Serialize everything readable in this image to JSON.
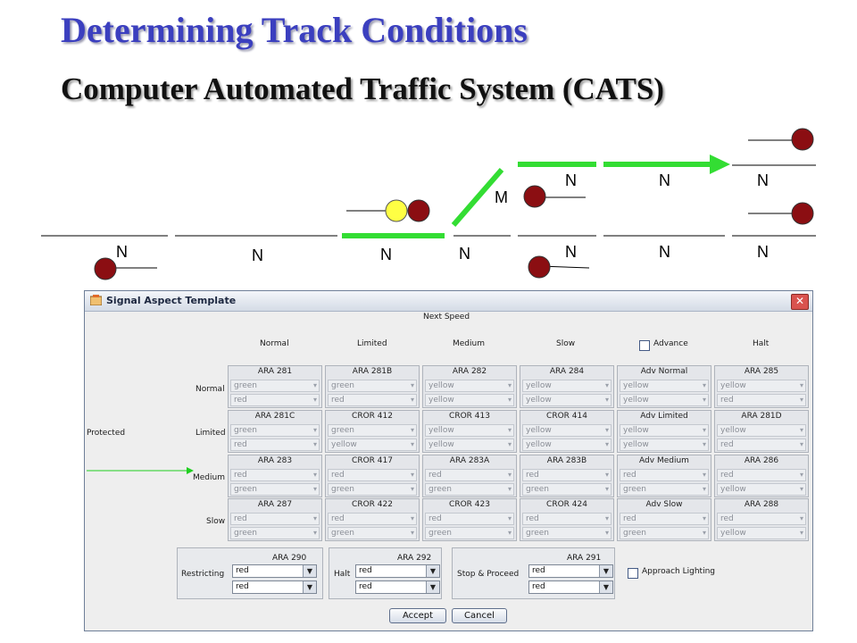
{
  "slide": {
    "title": "Determining Track Conditions",
    "subtitle": "Computer Automated Traffic  System (CATS)"
  },
  "track": {
    "upper_labels": [
      "M",
      "N",
      "N",
      "N"
    ],
    "lower_labels": [
      "N",
      "N",
      "N",
      "N",
      "N",
      "N",
      "N"
    ],
    "colors": {
      "route": "#33dd33",
      "signal_red": "#8b0e12",
      "signal_yellow": "#ffff44"
    }
  },
  "dialog": {
    "title": "Signal Aspect Template",
    "close_icon": "close-icon",
    "next_speed_label": "Next Speed",
    "columns": [
      "Normal",
      "Limited",
      "Medium",
      "Slow",
      "Advance",
      "Halt"
    ],
    "advance_checked": false,
    "protected_label": "Protected",
    "rows": [
      {
        "label": "Normal",
        "cells": [
          {
            "name": "ARA 281",
            "top": "green",
            "bottom": "red"
          },
          {
            "name": "ARA 281B",
            "top": "green",
            "bottom": "red"
          },
          {
            "name": "ARA 282",
            "top": "yellow",
            "bottom": "yellow"
          },
          {
            "name": "ARA 284",
            "top": "yellow",
            "bottom": "yellow"
          },
          {
            "name": "Adv Normal",
            "top": "yellow",
            "bottom": "yellow"
          },
          {
            "name": "ARA 285",
            "top": "yellow",
            "bottom": "red"
          }
        ]
      },
      {
        "label": "Limited",
        "cells": [
          {
            "name": "ARA 281C",
            "top": "green",
            "bottom": "red"
          },
          {
            "name": "CROR 412",
            "top": "green",
            "bottom": "yellow"
          },
          {
            "name": "CROR 413",
            "top": "yellow",
            "bottom": "yellow"
          },
          {
            "name": "CROR 414",
            "top": "yellow",
            "bottom": "yellow"
          },
          {
            "name": "Adv Limited",
            "top": "yellow",
            "bottom": "yellow"
          },
          {
            "name": "ARA 281D",
            "top": "yellow",
            "bottom": "red"
          }
        ]
      },
      {
        "label": "Medium",
        "cells": [
          {
            "name": "ARA 283",
            "top": "red",
            "bottom": "green"
          },
          {
            "name": "CROR 417",
            "top": "red",
            "bottom": "green"
          },
          {
            "name": "ARA 283A",
            "top": "red",
            "bottom": "green"
          },
          {
            "name": "ARA 283B",
            "top": "red",
            "bottom": "green"
          },
          {
            "name": "Adv Medium",
            "top": "red",
            "bottom": "green"
          },
          {
            "name": "ARA 286",
            "top": "red",
            "bottom": "yellow"
          }
        ]
      },
      {
        "label": "Slow",
        "cells": [
          {
            "name": "ARA 287",
            "top": "red",
            "bottom": "green"
          },
          {
            "name": "CROR 422",
            "top": "red",
            "bottom": "green"
          },
          {
            "name": "CROR 423",
            "top": "red",
            "bottom": "green"
          },
          {
            "name": "CROR 424",
            "top": "red",
            "bottom": "green"
          },
          {
            "name": "Adv Slow",
            "top": "red",
            "bottom": "green"
          },
          {
            "name": "ARA 288",
            "top": "red",
            "bottom": "yellow"
          }
        ]
      }
    ],
    "restricting": {
      "label": "Restricting",
      "name": "ARA 290",
      "top": "red",
      "bottom": "red"
    },
    "halt": {
      "label": "Halt",
      "name": "ARA 292",
      "top": "red",
      "bottom": "red"
    },
    "stop_proceed": {
      "label": "Stop & Proceed",
      "name": "ARA 291",
      "top": "red",
      "bottom": "red"
    },
    "approach_lighting_label": "Approach Lighting",
    "approach_lighting_checked": false,
    "accept_label": "Accept",
    "cancel_label": "Cancel"
  }
}
